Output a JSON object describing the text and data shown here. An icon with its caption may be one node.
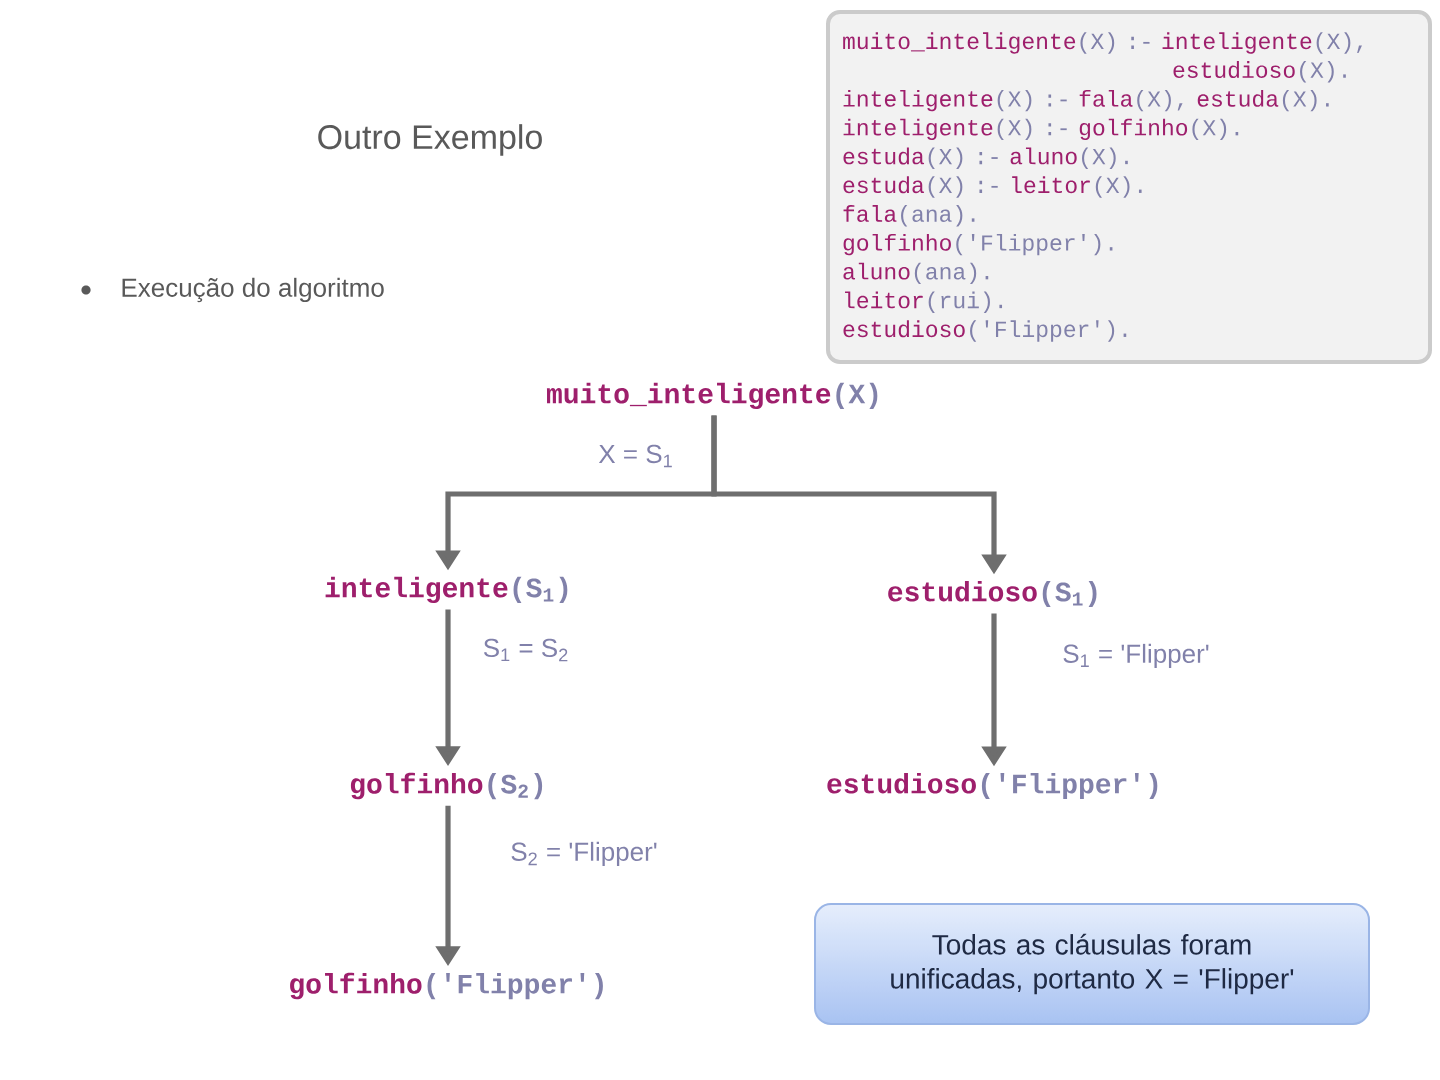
{
  "diagram": {
    "title": "Outro Exemplo",
    "nodes": [
      {
        "text": [
          "muito_inteligente(X) :- inteligente(X), estudioso(X).",
          "inteligente(X) :- fala(X), estuda(X).",
          "inteligente(X) :- golfinho(X).",
          "estuda(X) :- aluno(X).",
          "estuda(X) :- leitor(X).",
          "fala(ana).",
          "golfinho('Flipper').",
          "aluno(ana).",
          "leitor(rui).",
          "estudioso('Flipper')."
        ]
      },
      {
        "text": [
          "muito_inteligente(X)"
        ]
      },
      {
        "text": [
          "inteligente(S$_{1}$)"
        ]
      },
      {
        "text": [
          "estudioso(S$_{1}$)"
        ]
      },
      {
        "text": [
          "golfinho(S$_{2}$)"
        ]
      },
      {
        "text": [
          "estudioso('Flipper')"
        ]
      },
      {
        "text": [
          "golfinho('Flipper')"
        ]
      },
      {
        "text": [
          "Todas as cláusulas foram unificadas, portanto X = 'Flipper'"
        ]
      }
    ],
    "edges": [
      {
        "from": 1,
        "to": 2,
        "arrow": "to",
        "label": "X = S$_{1}$"
      },
      {
        "from": 1,
        "to": 3,
        "arrow": "to"
      },
      {
        "from": 2,
        "to": 4,
        "arrow": "to",
        "label": "S$_{1}$ = S$_{2}$"
      },
      {
        "from": 3,
        "to": 5,
        "arrow": "to",
        "label": "S$_{1}$ = 'Flipper'"
      },
      {
        "from": 4,
        "to": 6,
        "arrow": "to",
        "label": "S$_{2}$ = 'Flipper'"
      }
    ],
    "labels": [
      "Execução do algoritmo"
    ]
  }
}
